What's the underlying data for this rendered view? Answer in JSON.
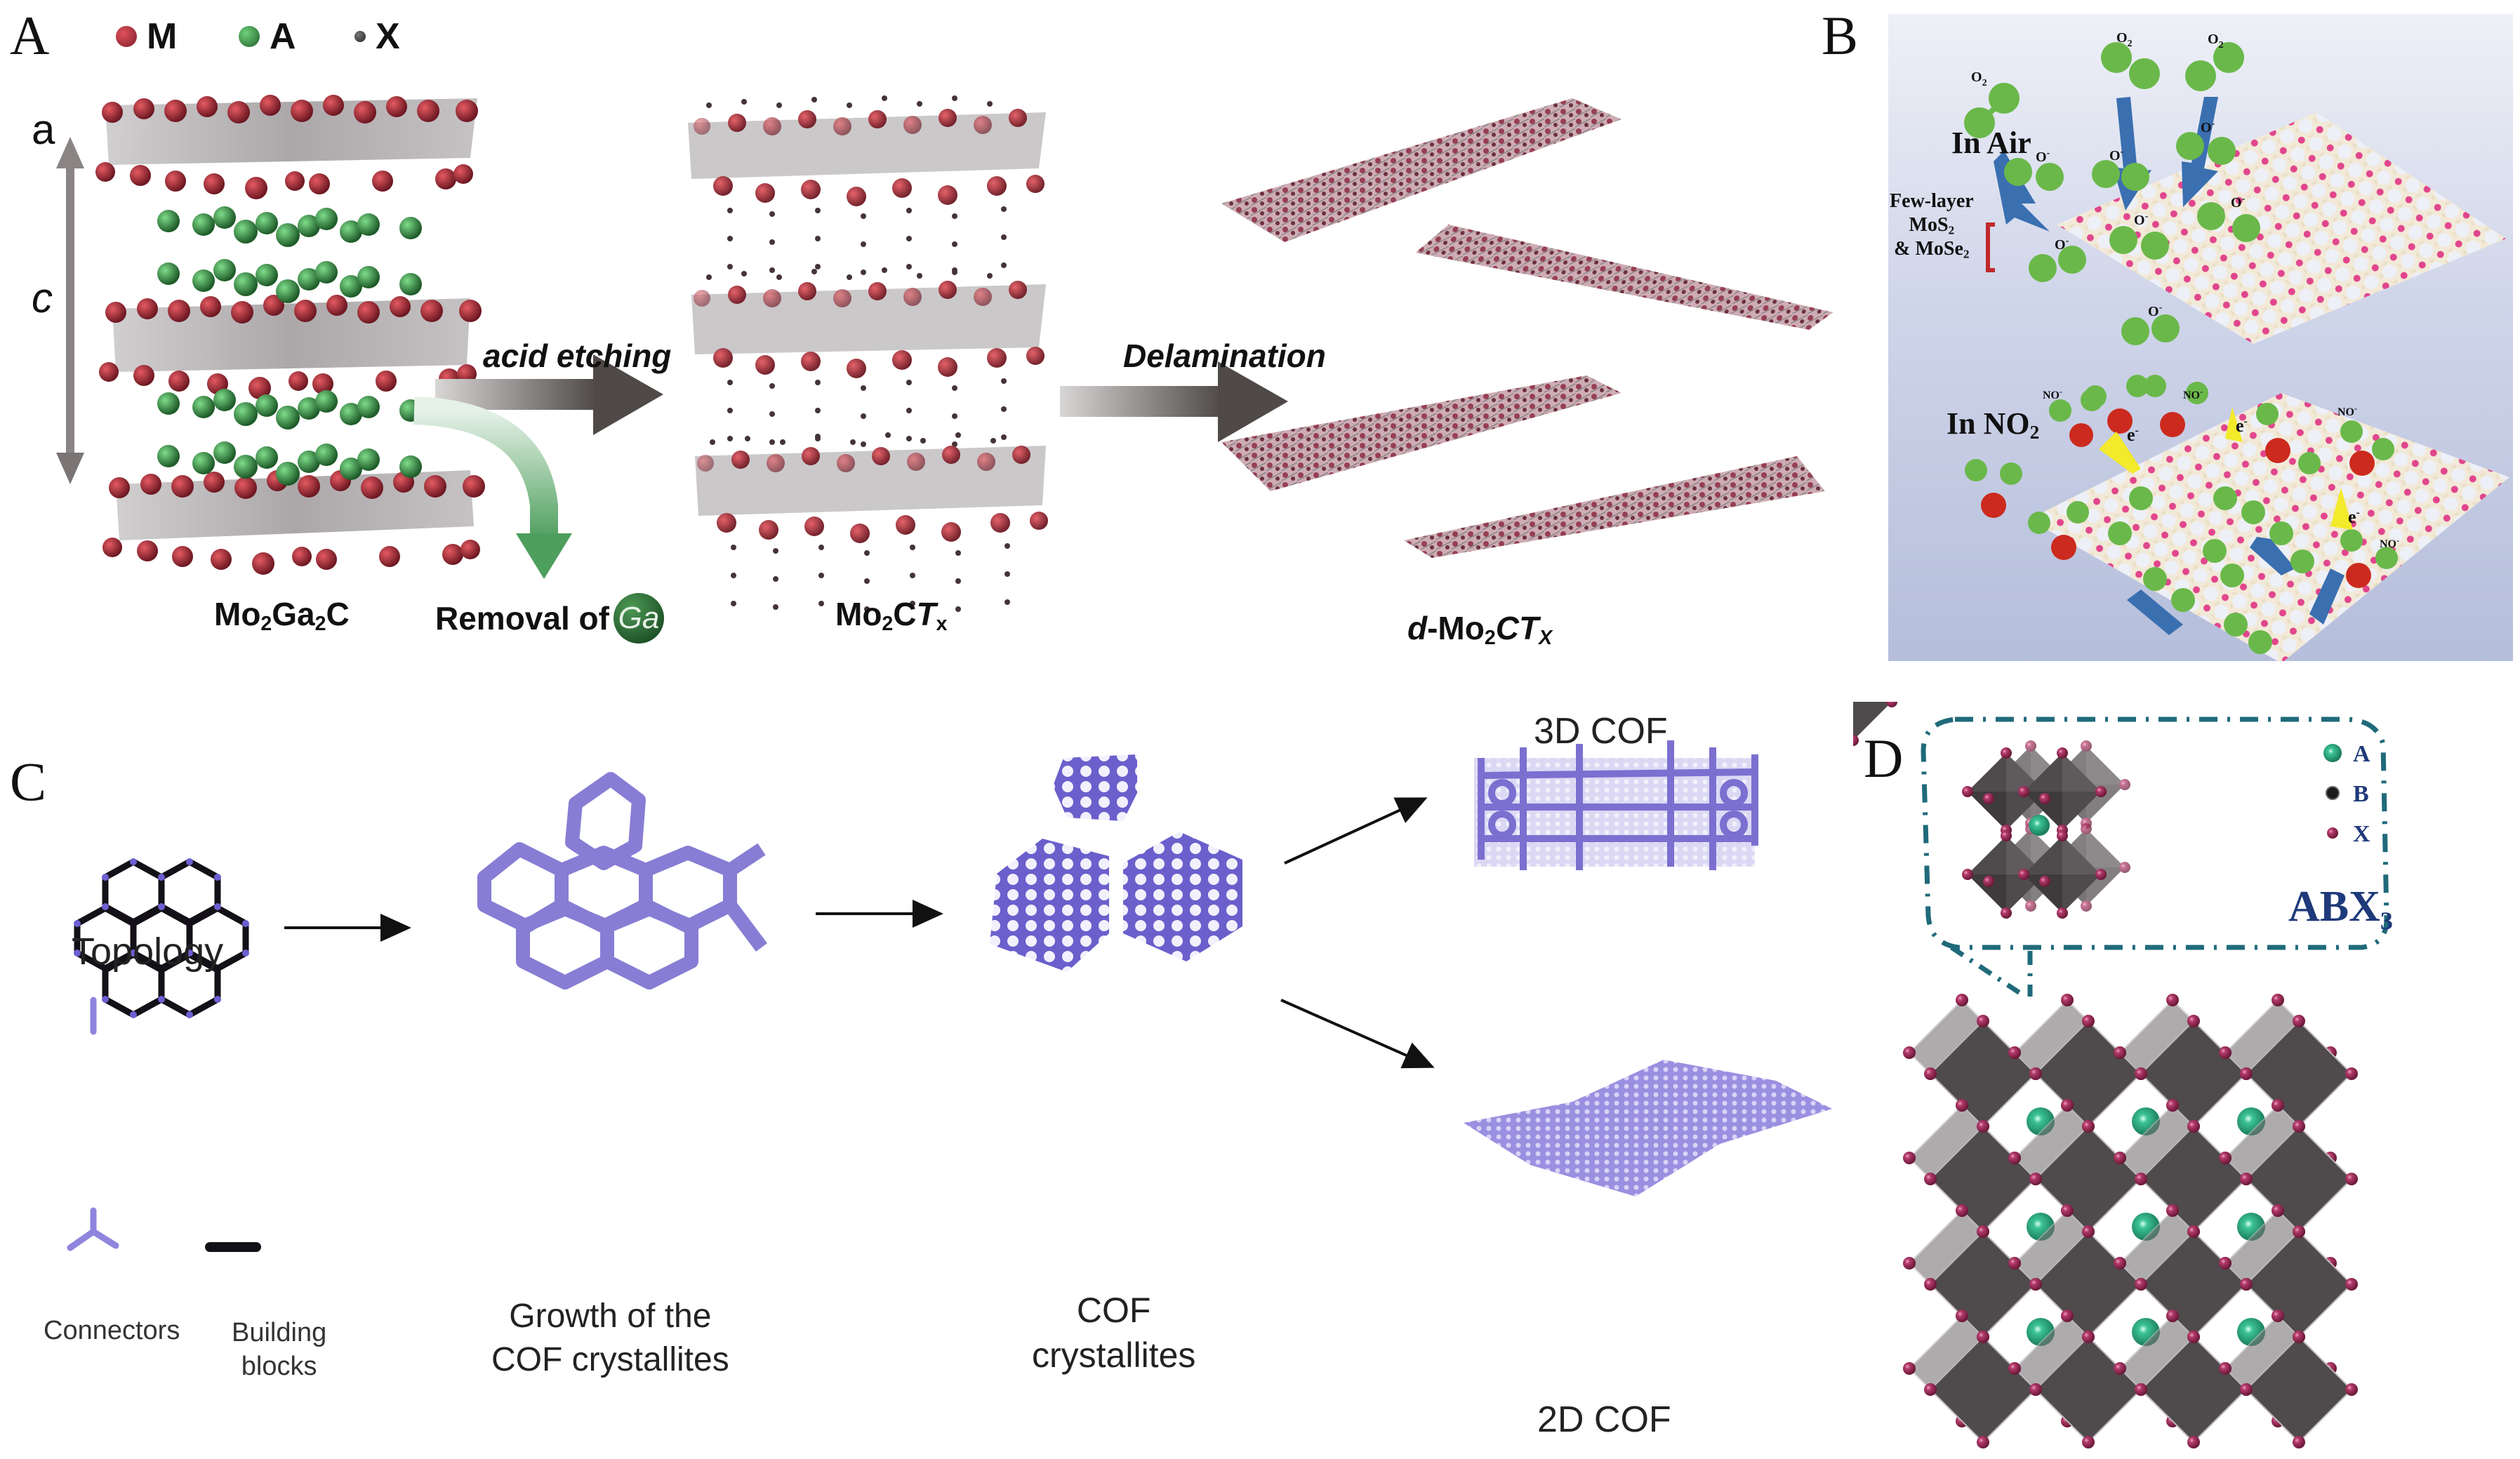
{
  "figure": {
    "panels": [
      {
        "letter": "A"
      },
      {
        "letter": "B"
      },
      {
        "letter": "C"
      },
      {
        "letter": "D"
      }
    ]
  },
  "panel_a": {
    "letter": "A",
    "legend": [
      {
        "symbol": "M",
        "color": "#9b2a35"
      },
      {
        "symbol": "A",
        "color": "#2f8a3c"
      },
      {
        "symbol": "X",
        "color": "#333333"
      }
    ],
    "axis_a_label": "a",
    "axis_c_label": "c",
    "step1_arrow_label": "acid etching",
    "step2_arrow_label": "Delamination",
    "removal_label": "Removal of",
    "removal_atom": "Ga",
    "structures": [
      {
        "name_main": "Mo",
        "sub1": "2",
        "mid": "Ga",
        "sub2": "2",
        "tail": "C"
      },
      {
        "name_main": "Mo",
        "sub1": "2",
        "mid": "C",
        "italic": "T",
        "sub2": "x"
      },
      {
        "prefix": "d",
        "name_main": "-Mo",
        "sub1": "2",
        "mid": "C",
        "italic": "T",
        "sub2": "X"
      }
    ],
    "colors": {
      "m_atom": "#9b2a35",
      "a_atom": "#2f8a3c",
      "octahedra": "#8f8a8c",
      "arrow": "#5b5654",
      "green_arrow": "#5aa468"
    }
  },
  "panel_b": {
    "letter": "B",
    "air_label": "In Air",
    "no2_label": "In NO",
    "no2_sub": "2",
    "layer_label_line1": "Few-layer",
    "layer_label_line2": "MoS",
    "layer_label_line2_sub": "2",
    "layer_label_line3": "& MoSe",
    "layer_label_line3_sub": "2",
    "o2_gas_label": "O",
    "o2_gas_sub": "2",
    "o2_ads_label": "O",
    "o2_ads_sup": "-",
    "no2_ads_label": "NO",
    "electron_label": "e",
    "colors": {
      "bg_top": "#e9ecf5",
      "bg_bottom": "#b5bedb",
      "o_atom": "#6ab84a",
      "n_atom": "#cc2a1e",
      "lattice_pink": "#e1468c",
      "lattice_cream": "#e9dfc6",
      "blue_arrow": "#3a6fb0",
      "yellow_arrow": "#f2ea2a",
      "bracket": "#c0282a"
    }
  },
  "panel_c": {
    "letter": "C",
    "topology_label": "Topology",
    "connectors_label": "Connectors",
    "building_blocks_line1": "Building",
    "building_blocks_line2": "blocks",
    "growth_line1": "Growth of the",
    "growth_line2": "COF crystallites",
    "crystallites_line1": "COF",
    "crystallites_line2": "crystallites",
    "cof3d_label": "3D COF",
    "cof2d_label": "2D COF",
    "colors": {
      "purple": "#7b6fd0",
      "purple_dark": "#5a4db8",
      "node": "#6c5fd1",
      "edge": "#1a1420"
    }
  },
  "panel_d": {
    "letter": "D",
    "legend": [
      {
        "symbol": "A",
        "color": "#2aa57f"
      },
      {
        "symbol": "B",
        "color": "#1a1a1a"
      },
      {
        "symbol": "X",
        "color": "#8e2a55"
      }
    ],
    "formula": "ABX",
    "formula_sub": "3",
    "colors": {
      "octahedra": "#4f4a4c",
      "octa_light": "#7a7476",
      "x_atom": "#9b2a5a",
      "a_atom": "#2fb38a",
      "dash_border": "#1f6a7a",
      "formula_text": "#1f3a7a"
    }
  }
}
